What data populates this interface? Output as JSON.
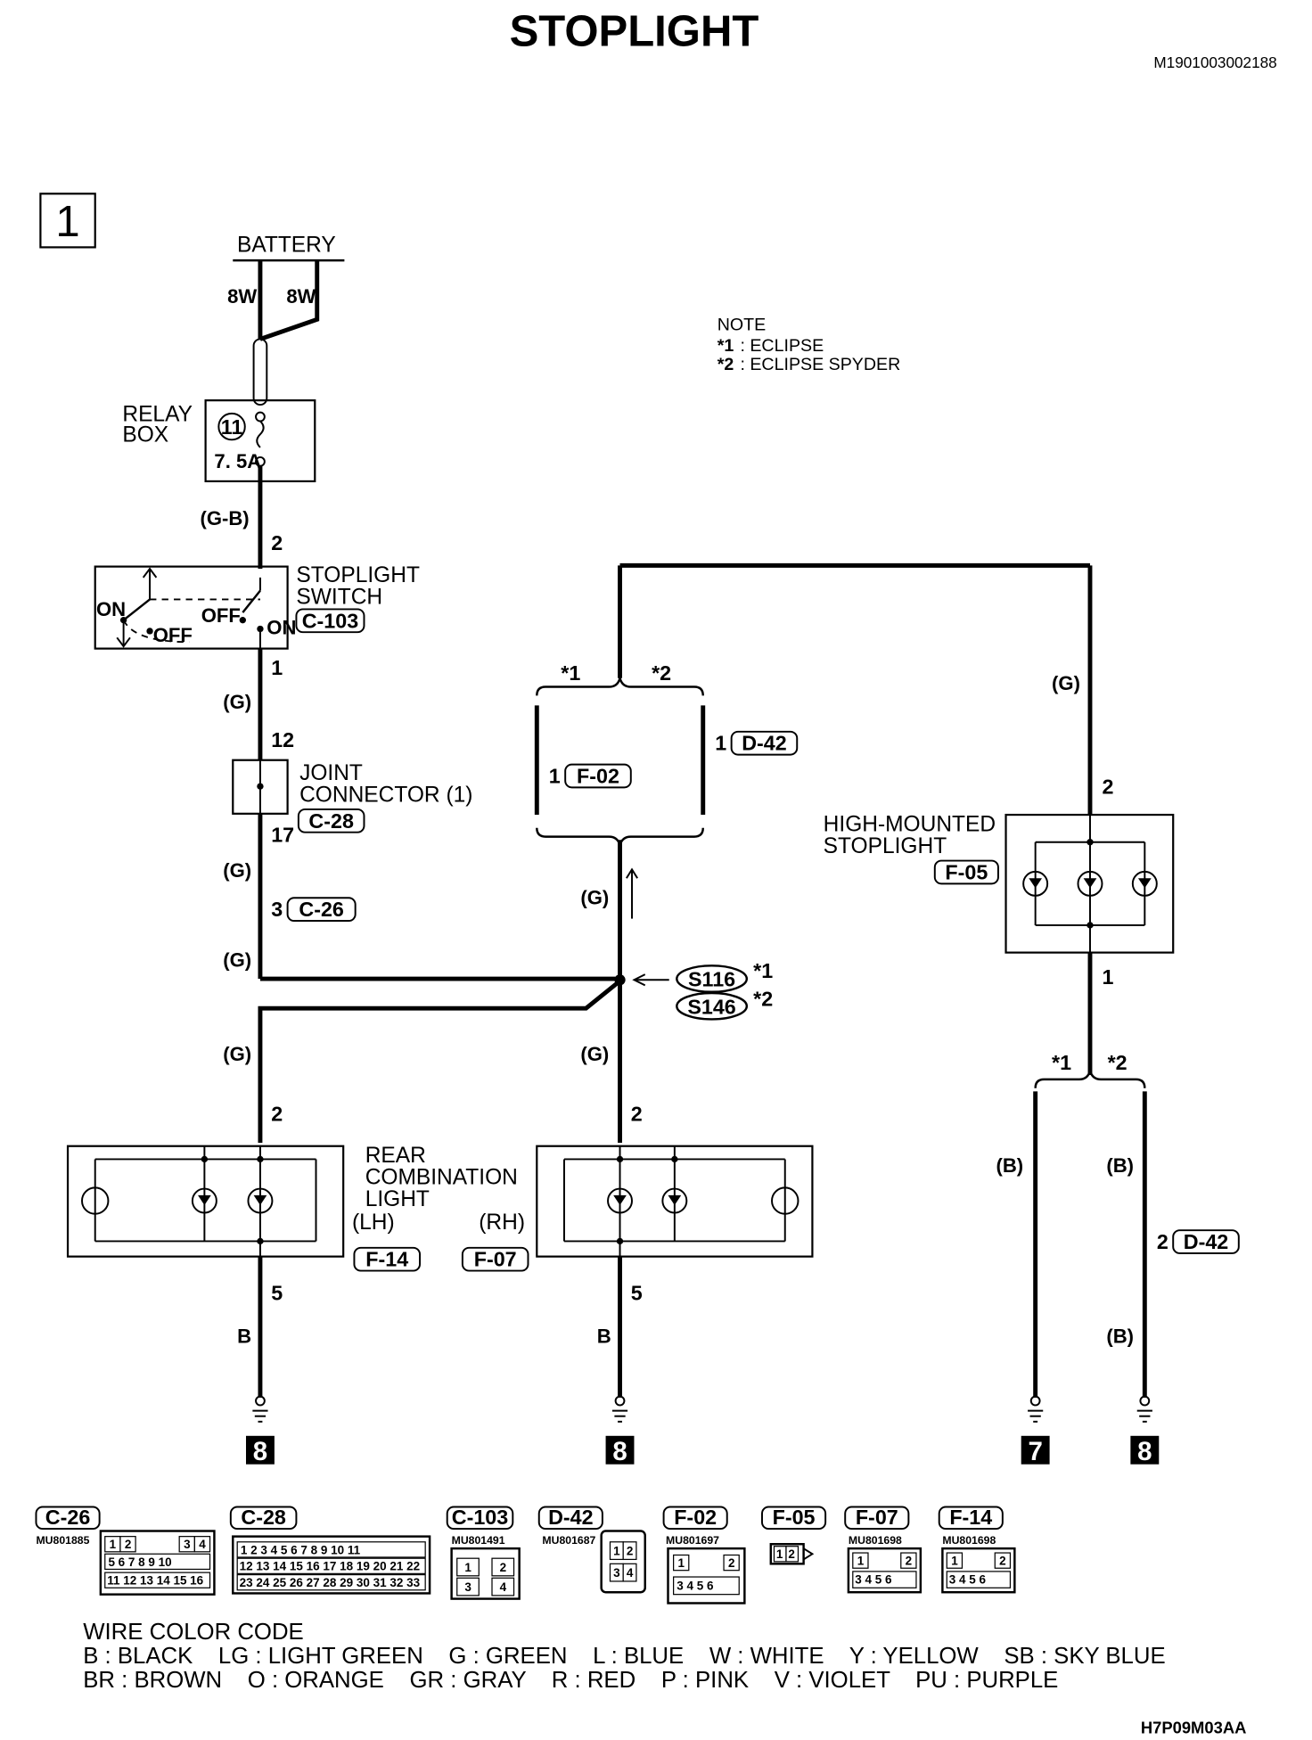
{
  "title": "STOPLIGHT",
  "doc_code": "M1901003002188",
  "page_number": "1",
  "note": {
    "heading": "NOTE",
    "items": [
      {
        "mark": "*1",
        "text": ": ECLIPSE"
      },
      {
        "mark": "*2",
        "text": ": ECLIPSE SPYDER"
      }
    ]
  },
  "battery": {
    "label": "BATTERY",
    "wire_left": "8W",
    "wire_right": "8W"
  },
  "relay_box": {
    "label_line1": "RELAY",
    "label_line2": "BOX",
    "fuse_number": "11",
    "fuse_rating": "7. 5A"
  },
  "stoplight_switch": {
    "label_line1": "STOPLIGHT",
    "label_line2": "SWITCH",
    "connector": "C-103",
    "on_left": "ON",
    "off_left": "OFF",
    "off_right": "OFF",
    "on_right": "ON",
    "pin_in": "2",
    "pin_out": "1"
  },
  "joint_connector": {
    "label_line1": "JOINT",
    "label_line2": "CONNECTOR (1)",
    "connector": "C-28",
    "pin_in": "12",
    "pin_out": "17"
  },
  "c26": {
    "pin": "3",
    "connector": "C-26"
  },
  "splice": {
    "s1": "S116",
    "s1_mark": "*1",
    "s2": "S146",
    "s2_mark": "*2"
  },
  "branch_top": {
    "mark1": "*1",
    "mark2": "*2",
    "f02_pin": "1",
    "f02": "F-02",
    "d42_pin": "1",
    "d42": "D-42"
  },
  "high_mount": {
    "label_line1": "HIGH-MOUNTED",
    "label_line2": "STOPLIGHT",
    "connector": "F-05",
    "pin_in": "2",
    "pin_out": "1"
  },
  "branch_bottom": {
    "mark1": "*1",
    "mark2": "*2",
    "d42_pin": "2",
    "d42": "D-42"
  },
  "rear_combo": {
    "label_line1": "REAR",
    "label_line2": "COMBINATION",
    "label_line3": "LIGHT",
    "lh": "(LH)",
    "rh": "(RH)",
    "lh_connector": "F-14",
    "rh_connector": "F-07",
    "pin_in": "2",
    "pin_out": "5"
  },
  "wires": {
    "g_b": "(G-B)",
    "g": "(G)",
    "b_paren": "(B)",
    "b": "B"
  },
  "grounds": {
    "g1": "8",
    "g2": "8",
    "g3": "7",
    "g4": "8"
  },
  "connectors_legend": [
    {
      "name": "C-26",
      "part": "MU801885"
    },
    {
      "name": "C-28",
      "part": ""
    },
    {
      "name": "C-103",
      "part": "MU801491"
    },
    {
      "name": "D-42",
      "part": "MU801687"
    },
    {
      "name": "F-02",
      "part": "MU801697"
    },
    {
      "name": "F-05",
      "part": ""
    },
    {
      "name": "F-07",
      "part": "MU801698"
    },
    {
      "name": "F-14",
      "part": "MU801698"
    }
  ],
  "wire_color_code": {
    "heading": "WIRE COLOR CODE",
    "row1": "B : BLACK    LG : LIGHT GREEN    G : GREEN    L : BLUE    W : WHITE    Y : YELLOW    SB : SKY BLUE",
    "row2": "BR : BROWN    O : ORANGE    GR : GRAY    R : RED    P : PINK    V : VIOLET    PU : PURPLE"
  },
  "figure_code": "H7P09M03AA"
}
